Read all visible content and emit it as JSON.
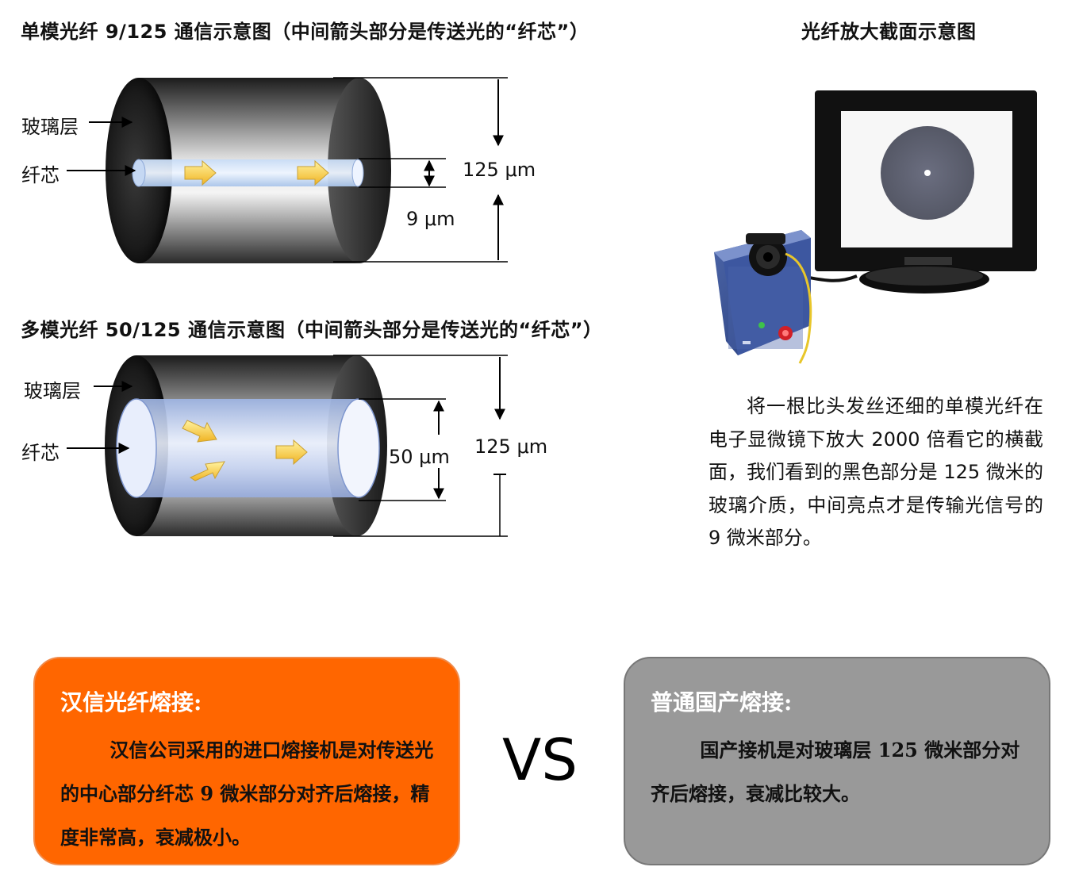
{
  "single_mode": {
    "title": "单模光纤 9/125 通信示意图（中间箭头部分是传送光的“纤芯”）",
    "cladding_label": "玻璃层",
    "core_label": "纤芯",
    "outer_diameter": "125 μm",
    "core_diameter": "9 μm"
  },
  "multi_mode": {
    "title": "多模光纤 50/125 通信示意图（中间箭头部分是传送光的“纤芯”）",
    "cladding_label": "玻璃层",
    "core_label": "纤芯",
    "outer_diameter": "125 μm",
    "core_diameter": "50 μm"
  },
  "cross_section": {
    "title": "光纤放大截面示意图",
    "description": "将一根比头发丝还细的单模光纤在电子显微镜下放大 2000 倍看它的横截面，我们看到的黑色部分是 125 微米的玻璃介质，中间亮点才是传输光信号的 9 微米部分。"
  },
  "comparison": {
    "hanxin": {
      "title": "汉信光纤熔接:",
      "body": "汉信公司采用的进口熔接机是对传送光的中心部分纤芯 9 微米部分对齐后熔接，精度非常高，衰减极小。",
      "color": "#ff6600"
    },
    "vs": "VS",
    "domestic": {
      "title": "普通国产熔接:",
      "body": "国产接机是对玻璃层 125 微米部分对齐后熔接，衰减比较大。",
      "color": "#999999"
    }
  }
}
